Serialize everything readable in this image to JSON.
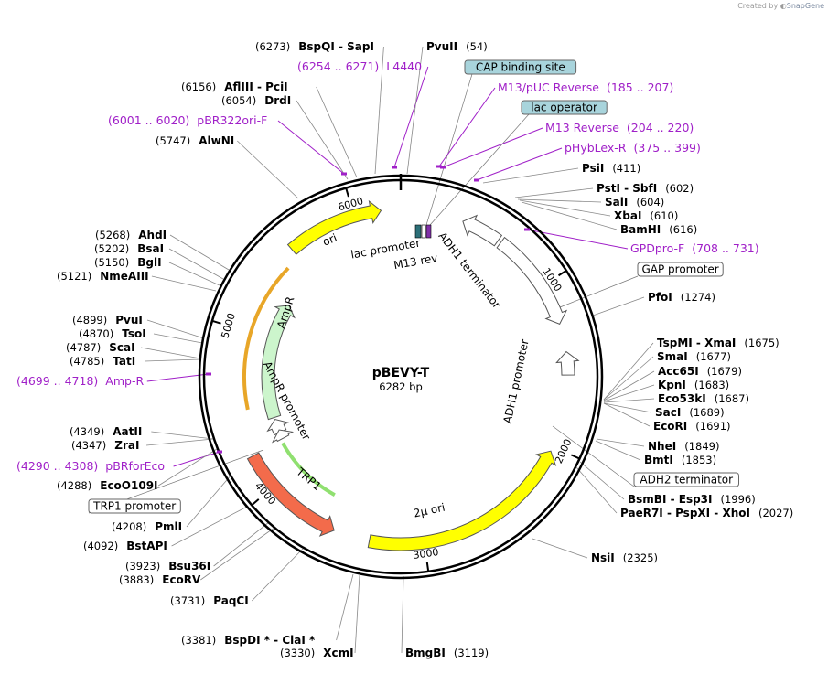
{
  "app": {
    "credit_prefix": "Created by",
    "credit_brand": "SnapGene"
  },
  "plasmid": {
    "name": "pBEVY-T",
    "size_label": "6282 bp",
    "length": 6282
  },
  "ruler_labels": [
    "1000",
    "2000",
    "3000",
    "4000",
    "5000",
    "6000"
  ],
  "features": [
    {
      "name": "ori",
      "start": 5575,
      "end": 6164,
      "direction": "cw",
      "color": "#ffff00",
      "track": "inner"
    },
    {
      "name": "2μ ori",
      "start": 2030,
      "end": 3330,
      "direction": "ccw",
      "color": "#ffff00",
      "track": "inner"
    },
    {
      "name": "TRP1",
      "start": 3550,
      "end": 4220,
      "direction": "ccw",
      "color": "#f36b4b",
      "track": "inner"
    },
    {
      "name": "AmpR",
      "start": 4400,
      "end": 5280,
      "direction": "cw",
      "color": "#ccf5cc",
      "track": "inner2"
    },
    {
      "name": "AmpR promoter",
      "start": 4280,
      "end": 4385,
      "direction": "cw",
      "color": "#ffffff",
      "track": "inner2"
    },
    {
      "name": "TRP1 promoter",
      "start": 4230,
      "end": 4300,
      "direction": "cw",
      "color": "#ffffff",
      "track": "inner2"
    },
    {
      "name": "ADH1 terminator",
      "start": 380,
      "end": 620,
      "direction": "ccw",
      "color": "#ffffff",
      "track": "inner"
    },
    {
      "name": "ADH1 promoter",
      "start": 640,
      "end": 1250,
      "direction": "cw",
      "color": "#ffffff",
      "track": "inner"
    },
    {
      "name": "ADH2 terminator",
      "start": 1420,
      "end": 1560,
      "direction": "ccw",
      "color": "#ffffff",
      "track": "inner"
    }
  ],
  "feature_labels": [
    "lac promoter",
    "M13 rev",
    "ADH1 terminator",
    "ADH1 promoter",
    "AmpR",
    "AmpR promoter",
    "TRP1",
    "2μ ori",
    "ori"
  ],
  "boxed_features": [
    {
      "text": "CAP binding site",
      "pos": 90,
      "fill": "#a8d4dc"
    },
    {
      "text": "lac operator",
      "pos": 150,
      "fill": "#a8d4dc"
    },
    {
      "text": "GAP promoter",
      "pos": 960,
      "fill": "#ffffff"
    },
    {
      "text": "ADH2 terminator",
      "pos": 1900,
      "fill": "#ffffff"
    },
    {
      "text": "TRP1 promoter",
      "pos": 4255,
      "fill": "#ffffff"
    }
  ],
  "primers": [
    {
      "name": "L4440",
      "range": "(6254 .. 6271)",
      "pos": 6262
    },
    {
      "name": "pBR322ori-F",
      "range": "(6001 .. 6020)",
      "pos": 6010
    },
    {
      "name": "M13/pUC Reverse",
      "range": "(185 .. 207)",
      "pos": 196
    },
    {
      "name": "M13 Reverse",
      "range": "(204 .. 220)",
      "pos": 212
    },
    {
      "name": "pHybLex-R",
      "range": "(375 .. 399)",
      "pos": 387
    },
    {
      "name": "GPDpro-F",
      "range": "(708 .. 731)",
      "pos": 720
    },
    {
      "name": "Amp-R",
      "range": "(4699 .. 4718)",
      "pos": 4708
    },
    {
      "name": "pBRforEco",
      "range": "(4290 .. 4308)",
      "pos": 4299
    }
  ],
  "sites": [
    {
      "label": "BspQI - SapI",
      "pos": "(6273)"
    },
    {
      "label": "PvuII",
      "pos": "(54)"
    },
    {
      "label": "AflIII - PciI",
      "pos": "(6156)"
    },
    {
      "label": "DrdI",
      "pos": "(6054)"
    },
    {
      "label": "AlwNI",
      "pos": "(5747)"
    },
    {
      "label": "PsiI",
      "pos": "(411)"
    },
    {
      "label": "PstI - SbfI",
      "pos": "(602)"
    },
    {
      "label": "SalI",
      "pos": "(604)"
    },
    {
      "label": "XbaI",
      "pos": "(610)"
    },
    {
      "label": "BamHI",
      "pos": "(616)"
    },
    {
      "label": "PfoI",
      "pos": "(1274)"
    },
    {
      "label": "AhdI",
      "pos": "(5268)"
    },
    {
      "label": "BsaI",
      "pos": "(5202)"
    },
    {
      "label": "BglI",
      "pos": "(5150)"
    },
    {
      "label": "NmeAIII",
      "pos": "(5121)"
    },
    {
      "label": "PvuI",
      "pos": "(4899)"
    },
    {
      "label": "TsoI",
      "pos": "(4870)"
    },
    {
      "label": "ScaI",
      "pos": "(4787)"
    },
    {
      "label": "TatI",
      "pos": "(4785)"
    },
    {
      "label": "TspMI - XmaI",
      "pos": "(1675)"
    },
    {
      "label": "SmaI",
      "pos": "(1677)"
    },
    {
      "label": "Acc65I",
      "pos": "(1679)"
    },
    {
      "label": "KpnI",
      "pos": "(1683)"
    },
    {
      "label": "Eco53kI",
      "pos": "(1687)"
    },
    {
      "label": "SacI",
      "pos": "(1689)"
    },
    {
      "label": "EcoRI",
      "pos": "(1691)"
    },
    {
      "label": "NheI",
      "pos": "(1849)"
    },
    {
      "label": "BmtI",
      "pos": "(1853)"
    },
    {
      "label": "AatII",
      "pos": "(4349)"
    },
    {
      "label": "ZraI",
      "pos": "(4347)"
    },
    {
      "label": "EcoO109I",
      "pos": "(4288)"
    },
    {
      "label": "BsmBI - Esp3I",
      "pos": "(1996)"
    },
    {
      "label": "PaeR7I - PspXI - XhoI",
      "pos": "(2027)"
    },
    {
      "label": "PmlI",
      "pos": "(4208)"
    },
    {
      "label": "BstAPI",
      "pos": "(4092)"
    },
    {
      "label": "NsiI",
      "pos": "(2325)"
    },
    {
      "label": "Bsu36I",
      "pos": "(3923)"
    },
    {
      "label": "EcoRV",
      "pos": "(3883)"
    },
    {
      "label": "PaqCI",
      "pos": "(3731)"
    },
    {
      "label": "BspDI * - ClaI *",
      "pos": "(3381)"
    },
    {
      "label": "XcmI",
      "pos": "(3330)"
    },
    {
      "label": "BmgBI",
      "pos": "(3119)"
    }
  ]
}
